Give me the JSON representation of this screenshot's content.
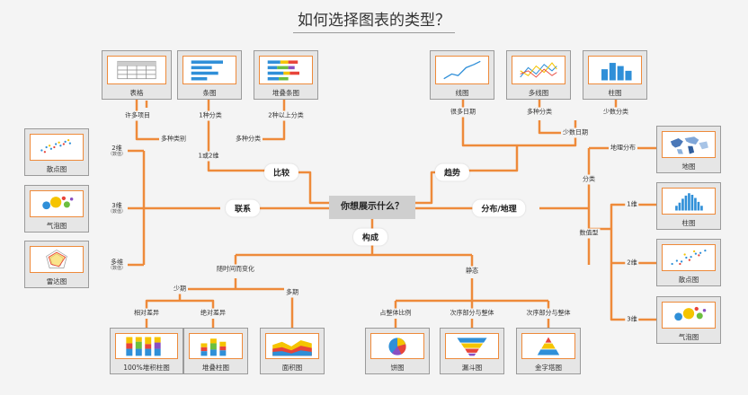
{
  "title": "如何选择图表的类型？",
  "center": "你想展示什么？",
  "branches": {
    "compare": "比较",
    "trend": "趋势",
    "relation": "联系",
    "distribution": "分布/地理",
    "composition": "构成"
  },
  "cards": {
    "table": "表格",
    "bar": "条图",
    "stacked_bar": "堆叠条图",
    "line": "线图",
    "multi_line": "多线图",
    "column": "柱图",
    "scatter_left": "散点图",
    "bubble_left": "气泡图",
    "radar": "雷达图",
    "map": "地图",
    "histogram": "柱图",
    "scatter_right": "散点图",
    "bubble_right": "气泡图",
    "pct_stacked_column": "100%堆积柱图",
    "stacked_column": "堆叠柱图",
    "area": "面积图",
    "pie": "饼图",
    "funnel": "漏斗图",
    "pyramid": "金字塔图"
  },
  "labels": {
    "many_items": "许多项目",
    "one_category": "1种分类",
    "two_plus_categories": "2种以上分类",
    "multi_category_a": "多种类别",
    "multi_category_b": "多种分类",
    "one_or_two_dims": "1或2维",
    "many_periods": "很多日期",
    "multi_class": "多种分类",
    "few_class": "少数分类",
    "few_dates": "少数日期",
    "two_dims": "2维",
    "two_dims_sub": "（数值）",
    "three_dims": "3维",
    "three_dims_sub": "（数值）",
    "many_dims": "多维",
    "many_dims_sub": "（数值）",
    "geo_distribution": "地理分布",
    "classification": "分类",
    "numeric_type": "数值型",
    "one_dim": "1维",
    "two_dim": "2维",
    "three_dim": "3维",
    "over_time": "随时间而变化",
    "static": "静态",
    "few_periods": "少期",
    "many_periods2": "多期",
    "relative_diff": "相对差异",
    "absolute_diff": "绝对差异",
    "share_of_total": "占整体比例",
    "sub_part_a": "次序部分与整体",
    "sub_part_b": "次序部分与整体"
  },
  "colors": {
    "connector": "#ee8a3a",
    "accent_blue": "#2f8fd8",
    "accent_green": "#6cbf3f",
    "accent_yellow": "#f5c400",
    "accent_red": "#e8443a",
    "accent_purple": "#8a4fc2"
  }
}
